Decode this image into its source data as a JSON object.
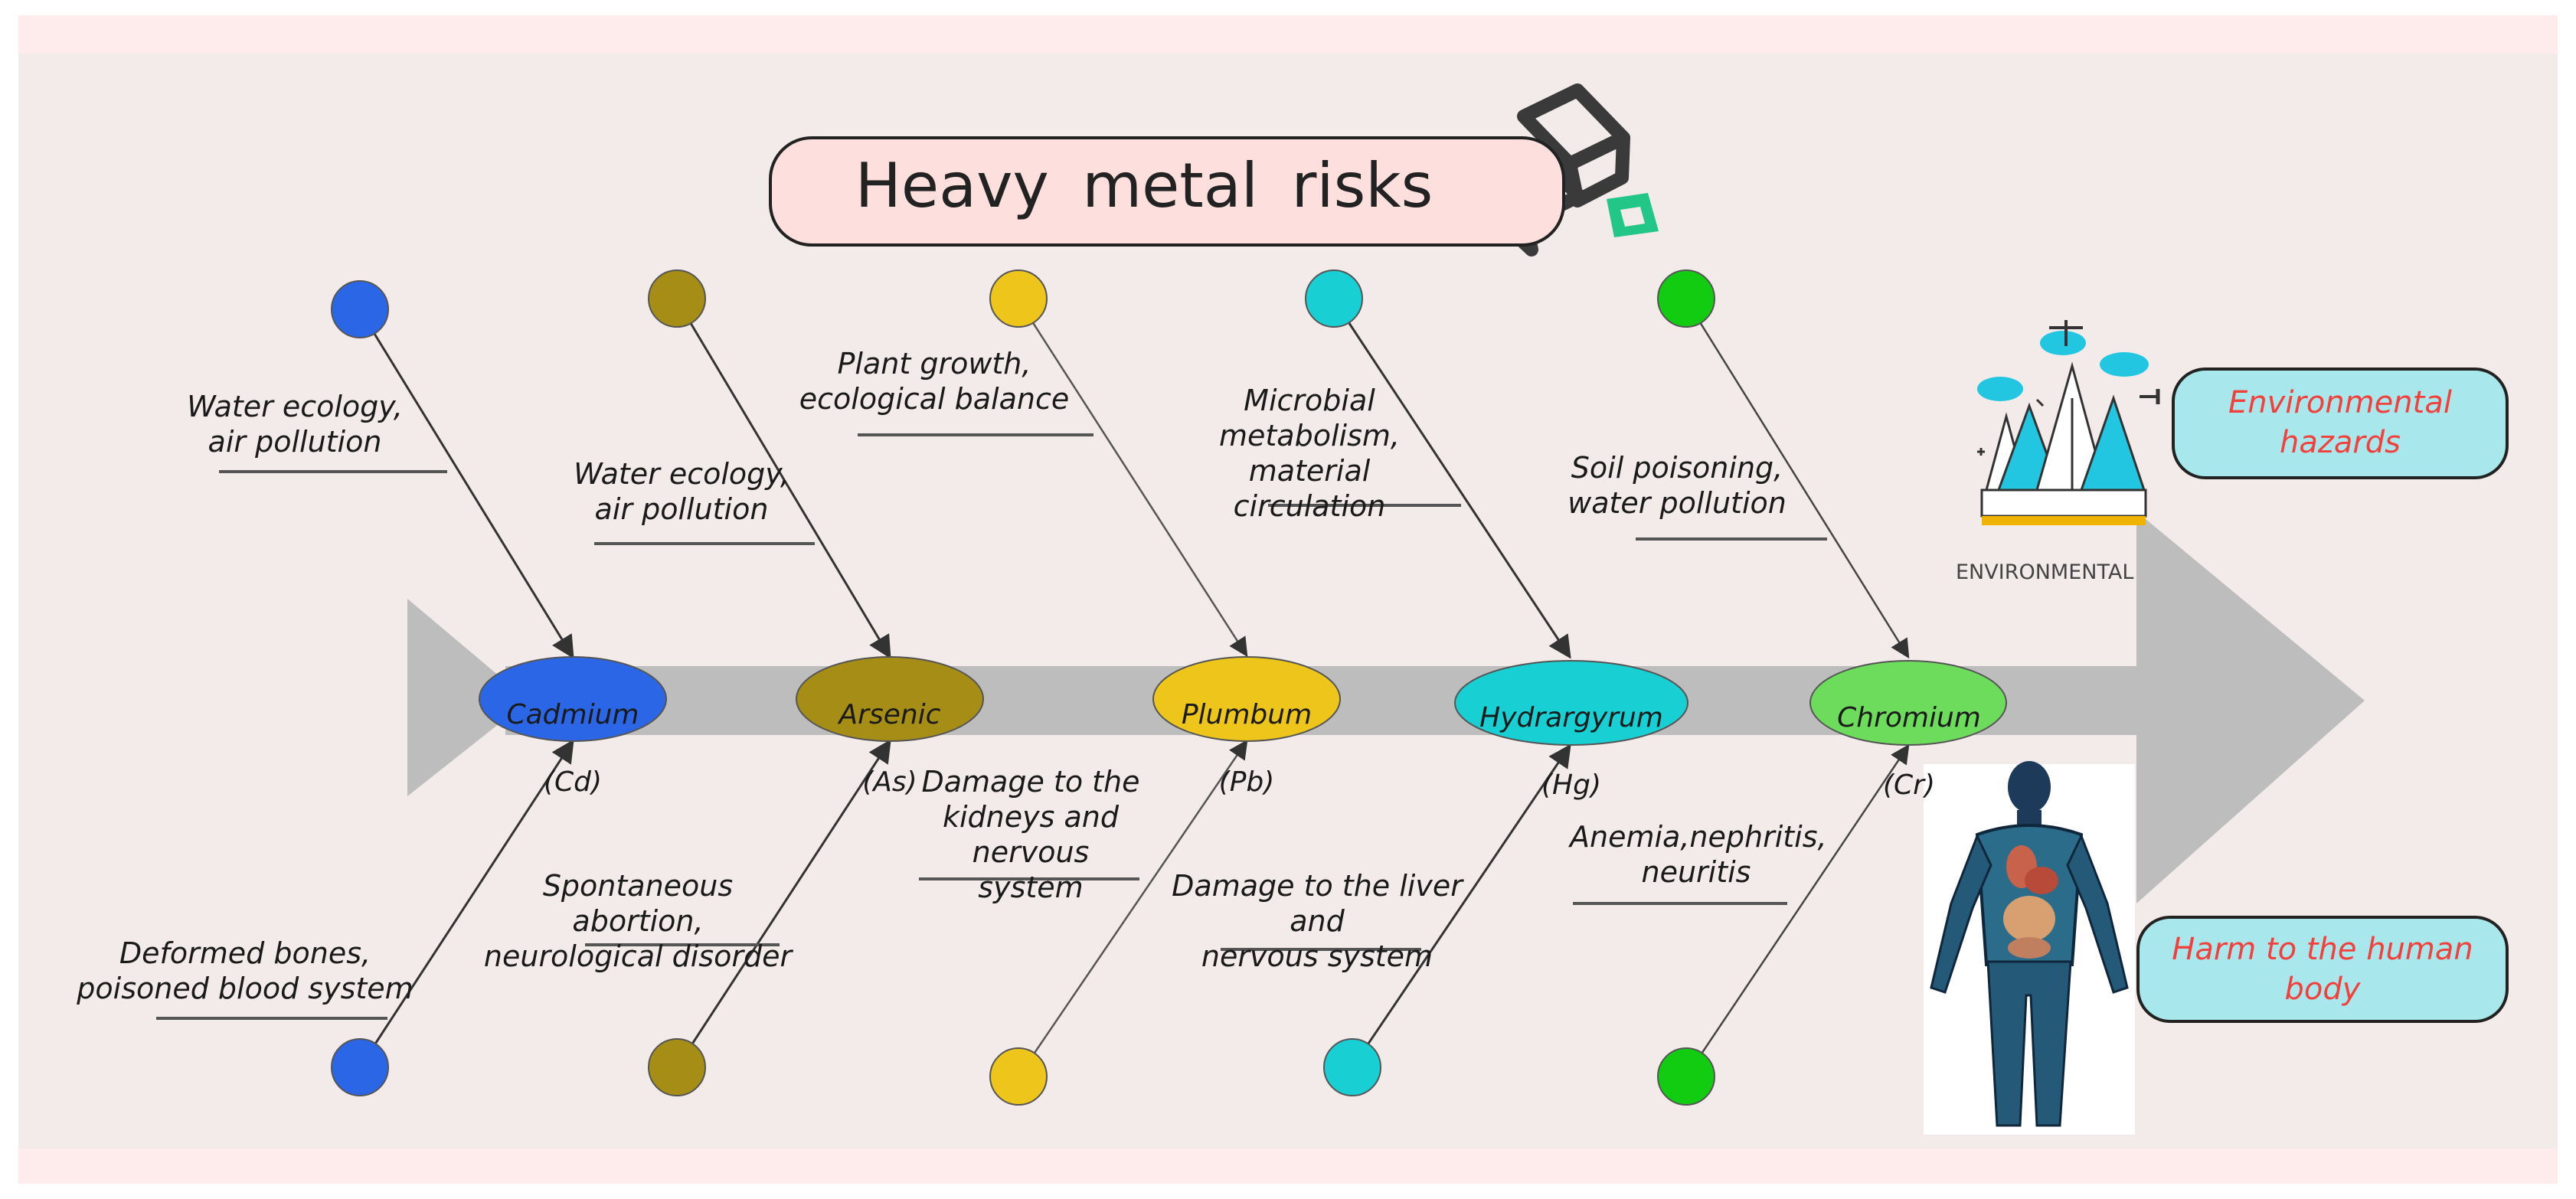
{
  "title": "Heavy metal risks",
  "metals": [
    {
      "name": "Cadmium",
      "symbol": "(Cd)",
      "color": "#2b66e6"
    },
    {
      "name": "Arsenic",
      "symbol": "(As)",
      "color": "#a58d16"
    },
    {
      "name": "Plumbum",
      "symbol": "(Pb)",
      "color": "#eec51a"
    },
    {
      "name": "Hydrargyrum",
      "symbol": "(Hg)",
      "color": "#18cfd3"
    },
    {
      "name": "Chromium",
      "symbol": "(Cr)",
      "color": "#6ddc5c"
    }
  ],
  "top_effects": [
    "Water ecology,\nair pollution",
    "Water ecology,\nair pollution",
    "Plant growth,\necological balance",
    "Microbial\nmetabolism,\nmaterial circulation",
    "Soil poisoning,\nwater pollution"
  ],
  "bottom_effects": [
    "Deformed bones,\npoisoned blood system",
    "Spontaneous abortion,\nneurological disorder",
    "Damage to the\nkidneys and nervous\nsystem",
    "Damage to the liver and\nnervous system",
    "Anemia,nephritis,\nneuritis"
  ],
  "dot_colors": [
    "#2b66e6",
    "#a58d16",
    "#eec51a",
    "#18cfd3",
    "#12cc12"
  ],
  "outcomes": {
    "environmental": "Environmental\nhazards",
    "human": "Harm to the human\nbody"
  },
  "env_icon_caption": "ENVIRONMENTAL I",
  "colors": {
    "arrow": "#bdbdbd",
    "outcome_fill": "#a8e8ec",
    "outcome_text": "#f2403c",
    "title_fill": "#fde0dd"
  }
}
